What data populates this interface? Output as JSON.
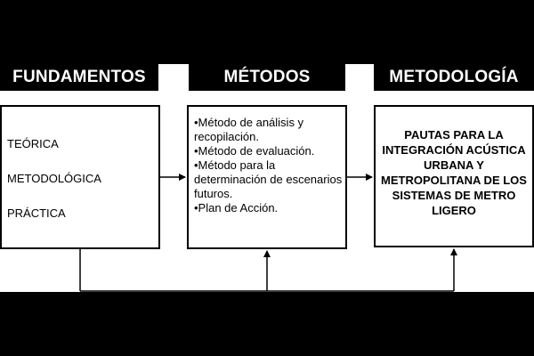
{
  "headers": {
    "fundamentos": "FUNDAMENTOS",
    "metodos": "MÉTODOS",
    "metodologia": "METODOLOGÍA"
  },
  "fundamentos_items": [
    "TEÓRICA",
    "METODOLÓGICA",
    "PRÁCTICA"
  ],
  "metodos_items": [
    "•Método de análisis y recopilación.",
    "•Método de evaluación.",
    "•Método para la determinación de escenarios futuros.",
    "•Plan de Acción."
  ],
  "metodologia_text": "PAUTAS PARA LA INTEGRACIÓN ACÚSTICA URBANA Y METROPOLITANA DE LOS SISTEMAS DE METRO LIGERO",
  "colors": {
    "background": "#000000",
    "panel": "#ffffff",
    "header_bg": "#000000",
    "header_text": "#ffffff",
    "line": "#000000"
  }
}
